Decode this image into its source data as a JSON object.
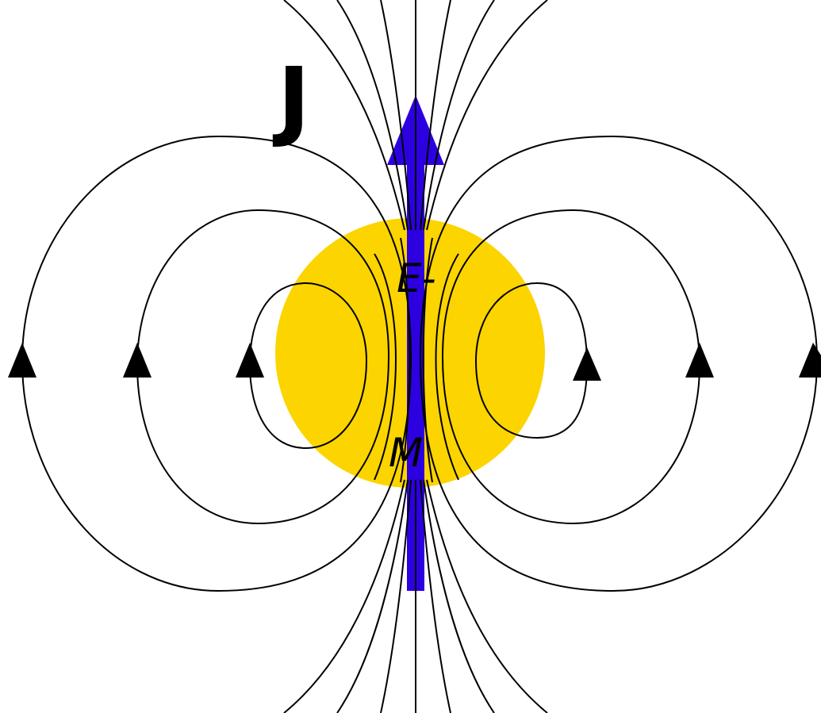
{
  "diagram": {
    "labels": {
      "spin": "J",
      "top": "E-",
      "bottom": "M"
    },
    "colors": {
      "sphere": "#FCD400",
      "arrow": "#2D00E0",
      "field_line": "#000000",
      "background": "#FFFFFF"
    },
    "icons": {
      "field_direction": "triangle-up-icon",
      "spin_vector": "arrow-up-icon"
    }
  }
}
